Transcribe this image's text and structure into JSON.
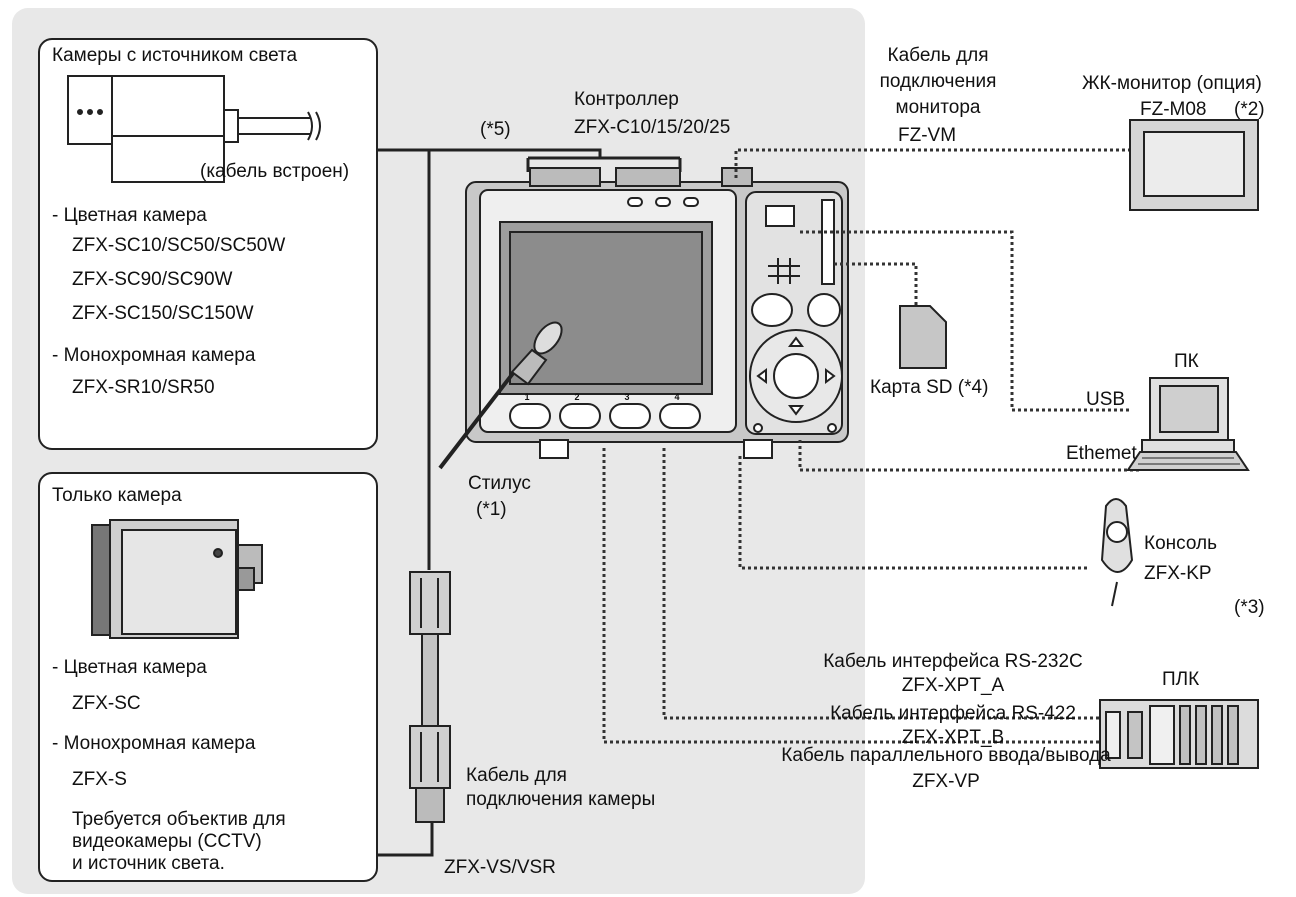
{
  "group_camera_light": {
    "title": "Камеры с источником света",
    "cable_note": "(кабель встроен)",
    "color_label": "- Цветная камера",
    "color_models": [
      "ZFX-SC10/SC50/SC50W",
      "ZFX-SC90/SC90W",
      "ZFX-SC150/SC150W"
    ],
    "mono_label": "- Монохромная камера",
    "mono_models": [
      "ZFX-SR10/SR50"
    ]
  },
  "group_camera_only": {
    "title": "Только камера",
    "color_label": "- Цветная камера",
    "color_model": "ZFX-SC",
    "mono_label": "- Монохромная камера",
    "mono_model": "ZFX-S",
    "note": [
      "Требуется объектив для",
      "видеокамеры (CCTV)",
      "и источник света."
    ]
  },
  "controller": {
    "title": "Контроллер",
    "model": "ZFX-C10/15/20/25",
    "note": "(*5)",
    "buttons": [
      "1",
      "2",
      "3",
      "4"
    ]
  },
  "stylus": {
    "title": "Стилус",
    "note": "(*1)"
  },
  "camera_cable": {
    "title": [
      "Кабель для",
      "подключения камеры"
    ],
    "model": "ZFX-VS/VSR"
  },
  "monitor_cable": {
    "title": [
      "Кабель для",
      "подключения",
      "монитора"
    ],
    "model": "FZ-VM"
  },
  "lcd_monitor": {
    "title": "ЖК-монитор (опция)",
    "model": "FZ-M08",
    "note": "(*2)"
  },
  "sd_card": {
    "title": "Карта SD (*4)"
  },
  "pc": {
    "title": "ПК",
    "usb": "USB",
    "ethernet": "Ethemet"
  },
  "console": {
    "title": "Консоль",
    "model": "ZFX-KP",
    "note": "(*3)"
  },
  "plc": {
    "title": "ПЛК",
    "rs232c_label": "Кабель интерфейса RS-232C",
    "rs232c_model": "ZFX-XPT_A",
    "rs422_label": "Кабель интерфейса RS-422",
    "rs422_model": "ZFX-XPT_B",
    "parallel_label": "Кабель параллельного ввода/вывода",
    "parallel_model": "ZFX-VP"
  },
  "colors": {
    "panel_gray": "#e8e8e8",
    "line": "#222222",
    "dotted": "#333333",
    "device_gray": "#d6d6d6"
  }
}
